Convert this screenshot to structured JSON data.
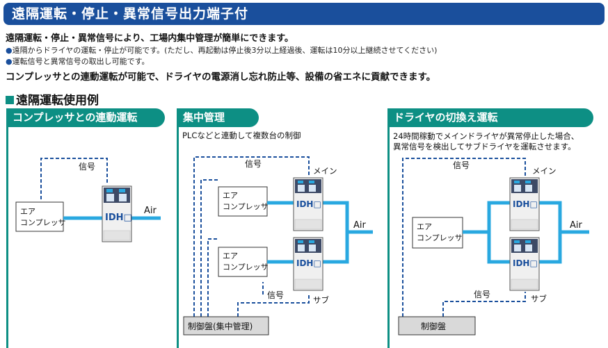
{
  "header": {
    "title": "遠隔運転・停止・異常信号出力端子付"
  },
  "intro": {
    "lead": "遠隔運転・停止・異常信号により、工場内集中管理が簡単にできます。",
    "bullets": [
      "遠隔からドライヤの運転・停止が可能です。(ただし、再起動は停止後3分以上経過後、運転は10分以上継続させてください)",
      "運転信号と異常信号の取出し可能です。"
    ],
    "lead2": "コンプレッサとの連動運転が可能で、ドライヤの電源消し忘れ防止等、設備の省エネに貢献できます。"
  },
  "section": {
    "title": "遠隔運転使用例"
  },
  "colors": {
    "title_bar": "#1a4f9c",
    "panel_teal": "#0d8f84",
    "air_line": "#29a8e0",
    "signal_line": "#1a4f9c"
  },
  "panels": [
    {
      "title": "コンプレッサとの連動運転",
      "description": "",
      "signal_label": "信号",
      "compressor_label": [
        "エア",
        "コンプレッサ"
      ],
      "dryer_label": "IDH□",
      "air_label": "Air"
    },
    {
      "title": "集中管理",
      "description": "PLCなどと連動して複数台の制御",
      "signal_label_top": "信号",
      "signal_label_bottom": "信号",
      "main_label": "メイン",
      "sub_label": "サブ",
      "compressor_label": [
        "エア",
        "コンプレッサ"
      ],
      "dryer_label": "IDH□",
      "air_label": "Air",
      "controller_label": "制御盤(集中管理)"
    },
    {
      "title": "ドライヤの切換え運転",
      "description_lines": [
        "24時間稼動でメインドライヤが異常停止した場合、",
        "異常信号を検出してサブドライヤを運転させます。"
      ],
      "signal_label_top": "信号",
      "signal_label_bottom": "信号",
      "main_label": "メイン",
      "sub_label": "サブ",
      "compressor_label": [
        "エア",
        "コンプレッサ"
      ],
      "dryer_label": "IDH□",
      "air_label": "Air",
      "controller_label": "制御盤"
    }
  ]
}
